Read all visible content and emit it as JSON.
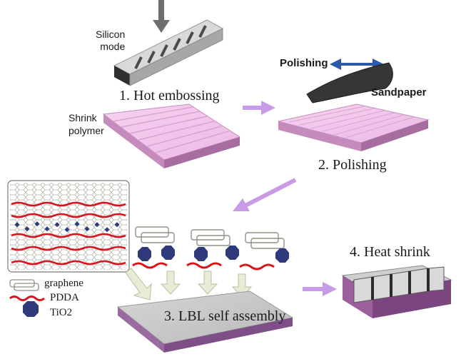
{
  "labels": {
    "silicon_mode": "Silicon\nmode",
    "hot_embossing": "1. Hot embossing",
    "shrink_polymer": "Shrink\npolymer",
    "polishing_top": "Polishing",
    "sandpaper": "Sandpaper",
    "polishing_step": "2. Polishing",
    "lbl_self_assembly": "3. LBL self assembly",
    "heat_shrink": "4. Heat shrink"
  },
  "legend": {
    "graphene": "graphene",
    "pdda": "PDDA",
    "tio2": "TiO2"
  },
  "colors": {
    "polymer_top": "#f2c6ec",
    "polymer_side": "#c98bc1",
    "arrow_purple": "#c79be6",
    "arrow_green": "#e6ecd6",
    "pdda_red": "#d8141c",
    "tio2_navy": "#2e3a7a",
    "gray_top": "#c9c9c9",
    "gray_side": "#8a8a8a",
    "sandpaper": "#3a3a3a",
    "polish_arrow": "#2d5aa8"
  },
  "icons": {
    "graphene": "hexagon-lattice-icon",
    "pdda": "red-polymer-chain-icon",
    "tio2": "navy-octagon-icon"
  }
}
